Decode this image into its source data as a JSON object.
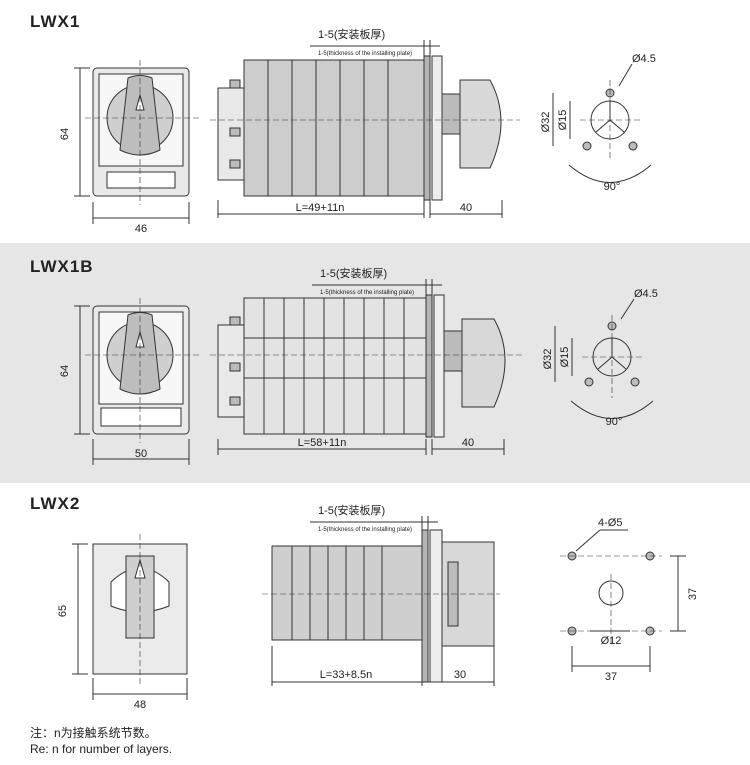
{
  "sections": [
    {
      "title": "LWX1",
      "plate_label": "1-5(安装板厚)",
      "plate_label_en": "1-5(thickness of the installing plate)",
      "dims": {
        "height": "64",
        "width": "46",
        "length": "L=49+11n",
        "depth": "40",
        "hole": "Ø4.5",
        "outer_dia": "Ø32",
        "inner_dia": "Ø15",
        "angle": "90°"
      }
    },
    {
      "title": "LWX1B",
      "plate_label": "1-5(安装板厚)",
      "plate_label_en": "1-5(thickness of the installing plate)",
      "dims": {
        "height": "64",
        "width": "50",
        "length": "L=58+11n",
        "depth": "40",
        "hole": "Ø4.5",
        "outer_dia": "Ø32",
        "inner_dia": "Ø15",
        "angle": "90°"
      }
    },
    {
      "title": "LWX2",
      "plate_label": "1-5(安装板厚)",
      "plate_label_en": "1-5(thickness of the installing plate)",
      "dims": {
        "height": "65",
        "width": "48",
        "length": "L=33+8.5n",
        "depth": "30",
        "holes": "4-Ø5",
        "center_dia": "Ø12",
        "spacing_h": "37",
        "spacing_v": "37"
      }
    }
  ],
  "note": {
    "cn": "注：n为接触系统节数。",
    "en": "Re: n for number of layers."
  },
  "colors": {
    "line": "#333333",
    "band": "#e6e6e6",
    "fill_dark": "#b5b5b5",
    "fill_mid": "#d2d2d2",
    "fill_light": "#e9e9e9"
  }
}
